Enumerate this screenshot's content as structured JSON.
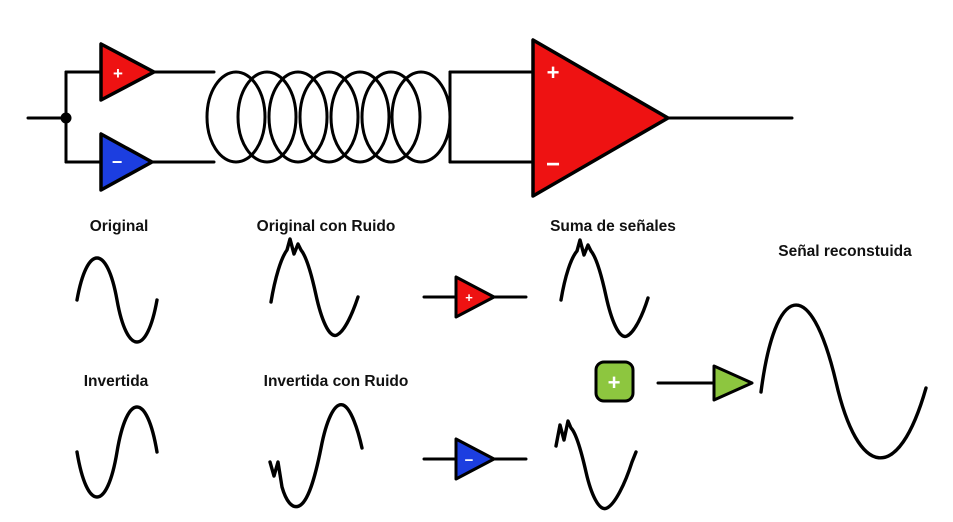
{
  "labels": {
    "original": "Original",
    "original_noise": "Original con Ruido",
    "sum": "Suma de señales",
    "reconstructed": "Señal reconstuida",
    "inverted": "Invertida",
    "inverted_noise": "Invertida con Ruido"
  },
  "symbols": {
    "plus": "+",
    "minus": "−"
  },
  "colors": {
    "amp_positive": "#ee1212",
    "amp_negative": "#1c3ee0",
    "sum_green": "#8dc63f",
    "sum_green_border": "#3a5c12",
    "line": "#000000"
  }
}
